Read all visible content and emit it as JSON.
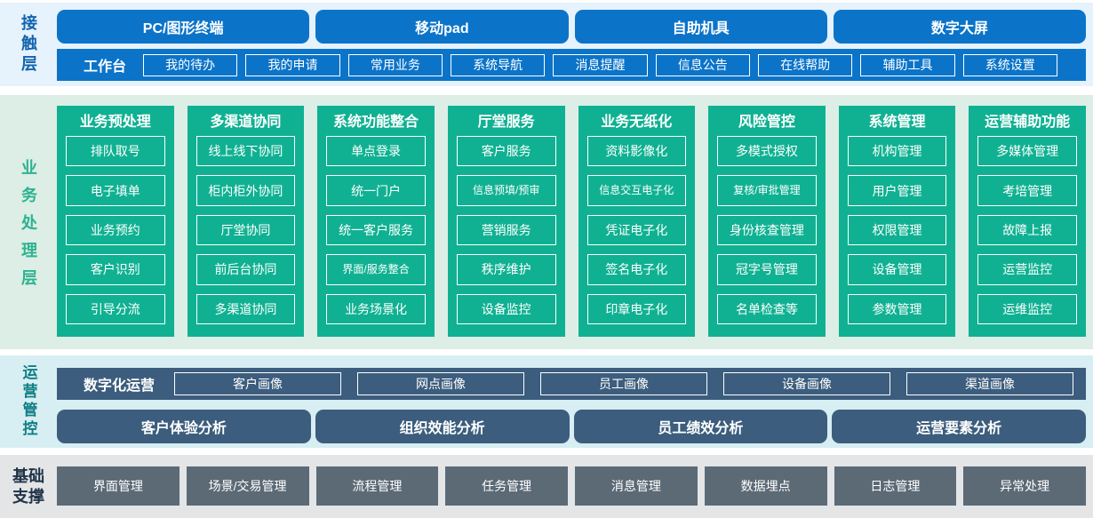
{
  "colors": {
    "blue": "#0b74c9",
    "green": "#10b192",
    "slate": "#3c5d7d",
    "gray": "#5c6a76",
    "bg-contact": "#e6f2fc",
    "bg-business": "#dceee6",
    "bg-ops": "#d7eef3",
    "bg-base": "#e3e5e7",
    "label-contact": "#1364ad",
    "label-business": "#2eb290",
    "label-ops": "#0f7f84",
    "label-base": "#1f3347"
  },
  "contact_layer": {
    "label": "接触层",
    "devices": [
      "PC/图形终端",
      "移动pad",
      "自助机具",
      "数字大屏"
    ],
    "workbench": {
      "label": "工作台",
      "items": [
        "我的待办",
        "我的申请",
        "常用业务",
        "系统导航",
        "消息提醒",
        "信息公告",
        "在线帮助",
        "辅助工具",
        "系统设置"
      ]
    }
  },
  "business_layer": {
    "label": "业务处理层",
    "columns": [
      {
        "title": "业务预处理",
        "items": [
          "排队取号",
          "电子填单",
          "业务预约",
          "客户识别",
          "引导分流"
        ]
      },
      {
        "title": "多渠道协同",
        "items": [
          "线上线下协同",
          "柜内柜外协同",
          "厅堂协同",
          "前后台协同",
          "多渠道协同"
        ]
      },
      {
        "title": "系统功能整合",
        "items": [
          "单点登录",
          "统一门户",
          "统一客户服务",
          "界面/服务整合",
          "业务场景化"
        ]
      },
      {
        "title": "厅堂服务",
        "items": [
          "客户服务",
          "信息预填/预审",
          "营销服务",
          "秩序维护",
          "设备监控"
        ]
      },
      {
        "title": "业务无纸化",
        "items": [
          "资料影像化",
          "信息交互电子化",
          "凭证电子化",
          "签名电子化",
          "印章电子化"
        ]
      },
      {
        "title": "风险管控",
        "items": [
          "多模式授权",
          "复核/审批管理",
          "身份核查管理",
          "冠字号管理",
          "名单检查等"
        ]
      },
      {
        "title": "系统管理",
        "items": [
          "机构管理",
          "用户管理",
          "权限管理",
          "设备管理",
          "参数管理"
        ]
      },
      {
        "title": "运营辅助功能",
        "items": [
          "多媒体管理",
          "考培管理",
          "故障上报",
          "运营监控",
          "运维监控"
        ]
      }
    ]
  },
  "ops_layer": {
    "label": "运营管控",
    "digital": {
      "label": "数字化运营",
      "items": [
        "客户画像",
        "网点画像",
        "员工画像",
        "设备画像",
        "渠道画像"
      ]
    },
    "analysis": [
      "客户体验分析",
      "组织效能分析",
      "员工绩效分析",
      "运营要素分析"
    ]
  },
  "base_layer": {
    "label": "基础支撑",
    "items": [
      "界面管理",
      "场景/交易管理",
      "流程管理",
      "任务管理",
      "消息管理",
      "数据埋点",
      "日志管理",
      "异常处理"
    ]
  }
}
